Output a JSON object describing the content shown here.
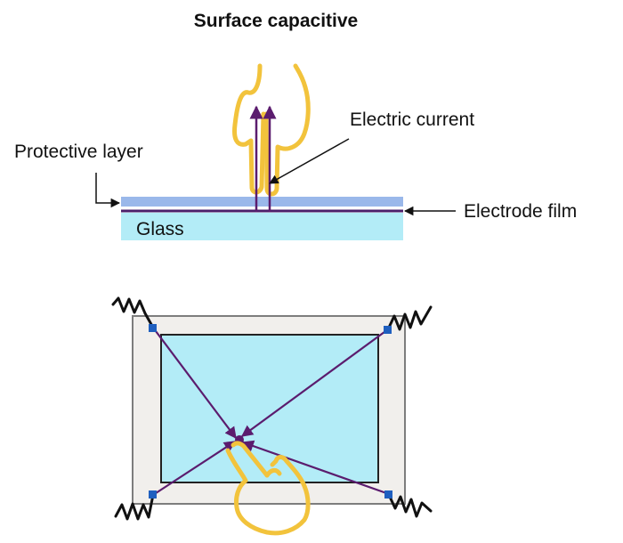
{
  "title": "Surface capacitive",
  "labels": {
    "electric_current": "Electric current",
    "protective_layer": "Protective layer",
    "electrode_film": "Electrode film",
    "glass": "Glass"
  },
  "colors": {
    "protective_layer": "#9ab8ea",
    "glass": "#b3ecf7",
    "electrode": "#4b1f6b",
    "current": "#5b1c6e",
    "hand": "#f2c33c",
    "panel_frame": "#f1efec",
    "corner_node": "#1f5fbf"
  },
  "icons": {
    "hand_top": "pointing-hand-icon",
    "hand_bottom": "touch-hand-icon",
    "resistor": "resistor-zigzag-icon"
  }
}
